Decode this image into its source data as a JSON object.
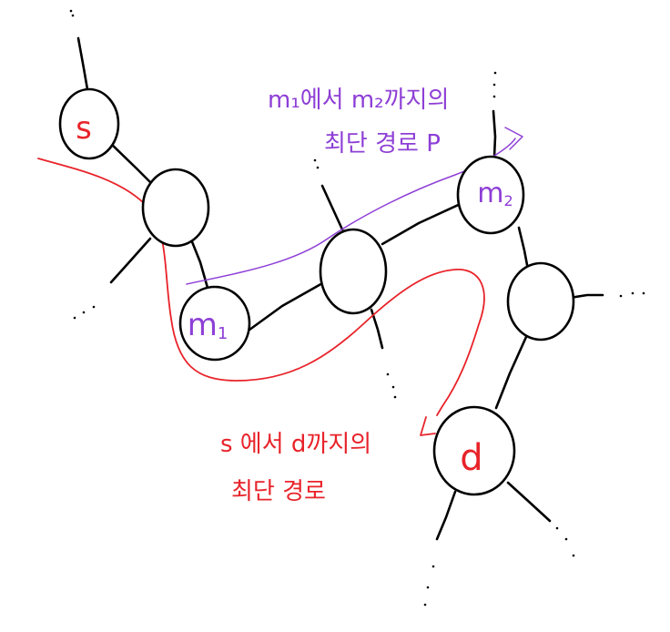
{
  "nodes": {
    "s": {
      "label": "s",
      "color": "#e8232a"
    },
    "m1": {
      "label": "m",
      "sub": "1",
      "color": "#8e3fd6"
    },
    "m2": {
      "label": "m",
      "sub": "2",
      "color": "#8e3fd6"
    },
    "d": {
      "label": "d",
      "color": "#e8232a"
    }
  },
  "annotations": {
    "purple_line1": "m₁에서 m₂까지의",
    "purple_line2": "최단 경로 P",
    "red_line1": "s 에서  d까지의",
    "red_line2": "최단 경로"
  },
  "colors": {
    "red": "#e8232a",
    "purple": "#8e3fd6",
    "ink": "#000000"
  }
}
